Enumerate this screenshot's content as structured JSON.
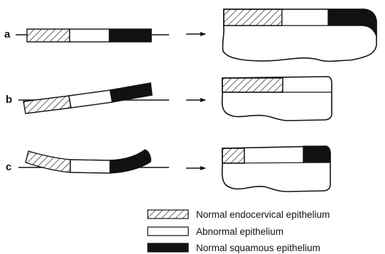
{
  "rows": [
    {
      "id": "a",
      "label": "a"
    },
    {
      "id": "b",
      "label": "b"
    },
    {
      "id": "c",
      "label": "c"
    }
  ],
  "legend": [
    {
      "id": "endocervical",
      "pattern": "hatched",
      "label": "Normal endocervical epithelium"
    },
    {
      "id": "abnormal",
      "pattern": "blank",
      "label": "Abnormal epithelium"
    },
    {
      "id": "squamous",
      "pattern": "solid",
      "label": "Normal squamous epithelium"
    }
  ],
  "colors": {
    "ink": "#111111",
    "paper": "#ffffff"
  }
}
